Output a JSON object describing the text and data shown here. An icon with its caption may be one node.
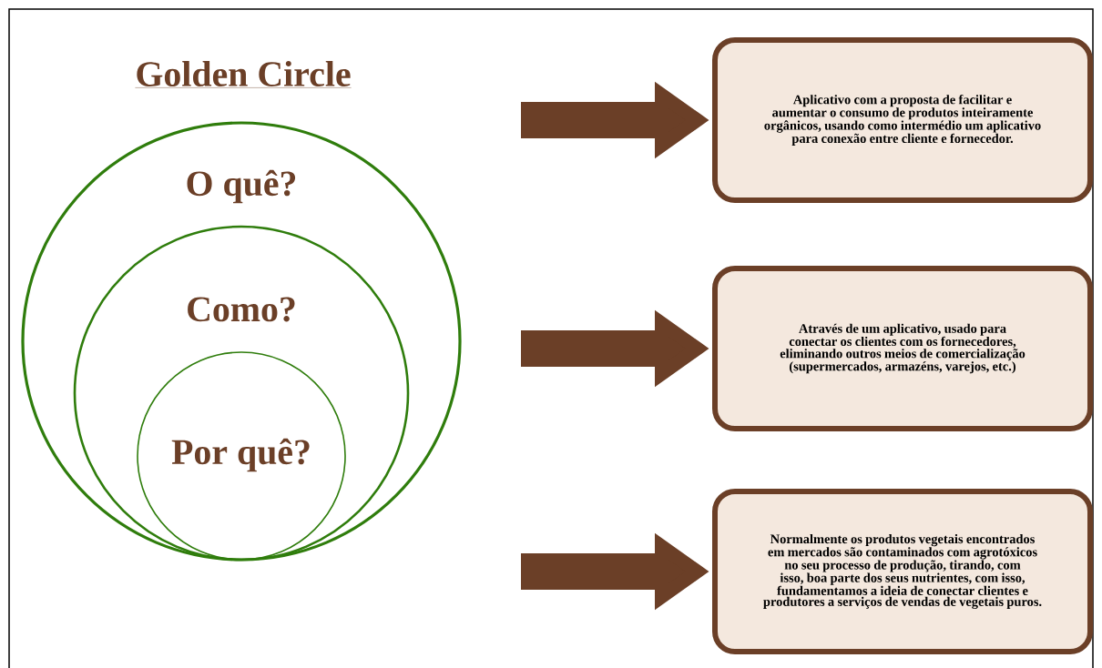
{
  "diagram": {
    "nodes": [
      {
        "text": [
          "O quê?"
        ]
      },
      {
        "text": [
          "Como?"
        ],
        "in": 0
      },
      {
        "text": [
          "Por quê?"
        ],
        "in": 1
      },
      {
        "text": [
          "Aplicativo com a proposta de facilitar e aumentar o consumo de produtos inteiramente orgânicos, usando como intermédio um aplicativo para conexão entre cliente e fornecedor."
        ]
      },
      {
        "text": [
          "Através de um aplicativo, usado para conectar os clientes com os fornecedores, eliminando outros meios de comercialização (supermercados, armazéns, varejos, etc.)"
        ]
      },
      {
        "text": [
          "Normalmente os produtos vegetais encontrados em mercados são contaminados com agrotóxicos no seu processo de produção, tirando, com isso, boa parte dos seus nutrientes, com isso, fundamentamos a ideia de conectar clientes e produtores a serviços de vendas de vegetais puros."
        ]
      }
    ],
    "edges": [
      {
        "from": null,
        "to": 3,
        "arrow": "to"
      },
      {
        "from": null,
        "to": 4,
        "arrow": "to"
      },
      {
        "from": null,
        "to": 5,
        "arrow": "to"
      }
    ],
    "labels": [
      "Golden Circle"
    ]
  }
}
